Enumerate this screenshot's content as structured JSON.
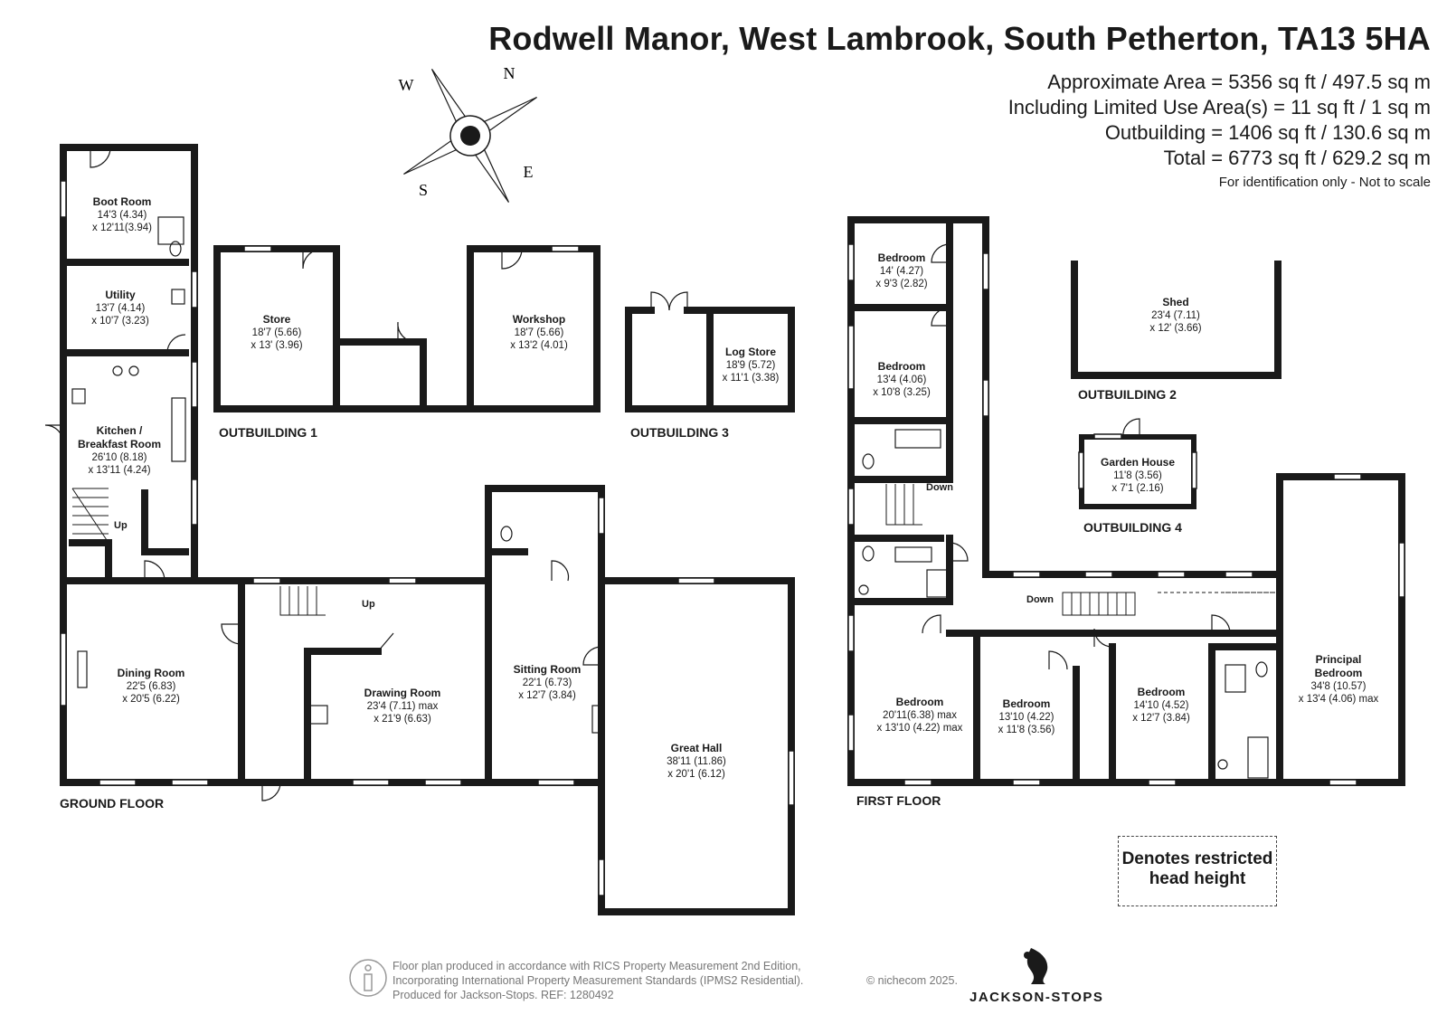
{
  "header": {
    "title": "Rodwell Manor, West Lambrook, South Petherton, TA13 5HA",
    "area_lines": [
      "Approximate Area = 5356 sq ft / 497.5 sq m",
      "Including Limited Use Area(s) = 11 sq ft / 1 sq m",
      "Outbuilding = 1406 sq ft / 130.6 sq m",
      "Total = 6773 sq ft / 629.2 sq m"
    ],
    "note": "For identification only - Not to scale"
  },
  "compass": {
    "n": "N",
    "e": "E",
    "s": "S",
    "w": "W"
  },
  "floors": {
    "ground": "GROUND FLOOR",
    "first": "FIRST FLOOR",
    "out1": "OUTBUILDING 1",
    "out2": "OUTBUILDING 2",
    "out3": "OUTBUILDING 3",
    "out4": "OUTBUILDING 4"
  },
  "rooms": {
    "boot": [
      "Boot Room",
      "14'3 (4.34)",
      "x 12'11(3.94)"
    ],
    "utility": [
      "Utility",
      "13'7 (4.14)",
      "x 10'7 (3.23)"
    ],
    "kitchen": [
      "Kitchen /",
      "Breakfast Room",
      "26'10 (8.18)",
      "x 13'11 (4.24)"
    ],
    "dining": [
      "Dining Room",
      "22'5 (6.83)",
      "x 20'5 (6.22)"
    ],
    "drawing": [
      "Drawing Room",
      "23'4 (7.11) max",
      "x 21'9 (6.63)"
    ],
    "sitting": [
      "Sitting Room",
      "22'1 (6.73)",
      "x 12'7 (3.84)"
    ],
    "greathall": [
      "Great Hall",
      "38'11 (11.86)",
      "x 20'1 (6.12)"
    ],
    "store": [
      "Store",
      "18'7 (5.66)",
      "x 13' (3.96)"
    ],
    "workshop": [
      "Workshop",
      "18'7 (5.66)",
      "x 13'2 (4.01)"
    ],
    "logstore": [
      "Log Store",
      "18'9 (5.72)",
      "x 11'1 (3.38)"
    ],
    "shed": [
      "Shed",
      "23'4 (7.11)",
      "x 12' (3.66)"
    ],
    "gardenhouse": [
      "Garden House",
      "11'8 (3.56)",
      "x 7'1 (2.16)"
    ],
    "bed1": [
      "Bedroom",
      "14' (4.27)",
      "x 9'3 (2.82)"
    ],
    "bed2": [
      "Bedroom",
      "13'4 (4.06)",
      "x 10'8 (3.25)"
    ],
    "bed3": [
      "Bedroom",
      "20'11(6.38) max",
      "x 13'10 (4.22) max"
    ],
    "bed4": [
      "Bedroom",
      "13'10 (4.22)",
      "x 11'8 (3.56)"
    ],
    "bed5": [
      "Bedroom",
      "14'10 (4.52)",
      "x 12'7 (3.84)"
    ],
    "principal": [
      "Principal",
      "Bedroom",
      "34'8 (10.57)",
      "x 13'4 (4.06) max"
    ]
  },
  "stairs": {
    "up1": "Up",
    "up2": "Up",
    "down1": "Down",
    "down2": "Down"
  },
  "legend": [
    "Denotes restricted",
    "head height"
  ],
  "footer": {
    "lines": [
      "Floor plan produced in accordance with RICS Property Measurement 2nd Edition,",
      "Incorporating International Property Measurement Standards (IPMS2 Residential).",
      "Produced for Jackson-Stops.   REF: 1280492"
    ],
    "copyright": "© nichecom 2025.",
    "brand": "JACKSON-STOPS"
  },
  "colors": {
    "wall": "#1a1a1a",
    "text": "#1a1a1a",
    "footer": "#777777"
  }
}
